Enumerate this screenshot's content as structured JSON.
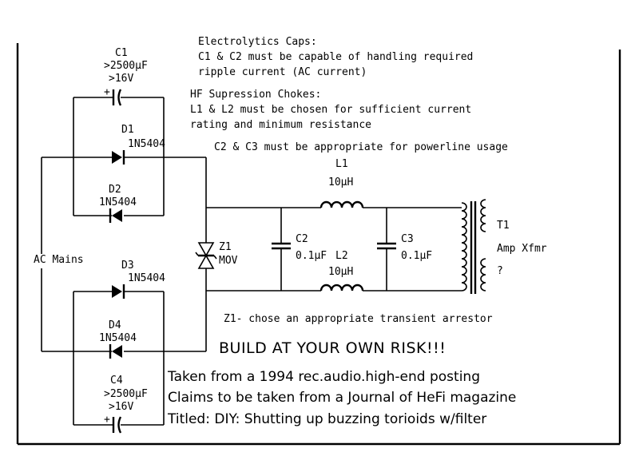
{
  "components": {
    "c1": {
      "name": "C1",
      "value": ">2500µF",
      "voltage": ">16V",
      "polarity": "+"
    },
    "c4": {
      "name": "C4",
      "value": ">2500µF",
      "voltage": ">16V",
      "polarity": "+"
    },
    "c2": {
      "name": "C2",
      "value": "0.1µF"
    },
    "c3": {
      "name": "C3",
      "value": "0.1µF"
    },
    "d1": {
      "name": "D1",
      "part": "1N5404"
    },
    "d2": {
      "name": "D2",
      "part": "1N5404"
    },
    "d3": {
      "name": "D3",
      "part": "1N5404"
    },
    "d4": {
      "name": "D4",
      "part": "1N5404"
    },
    "l1": {
      "name": "L1",
      "value": "10µH"
    },
    "l2": {
      "name": "L2",
      "value": "10µH"
    },
    "z1": {
      "name": "Z1",
      "type": "MOV"
    },
    "t1": {
      "name": "T1",
      "desc": "Amp Xfmr",
      "question": "?"
    },
    "ac": {
      "label": "AC Mains"
    }
  },
  "notes": {
    "caps_title": "Electrolytics Caps:",
    "caps_line1": "C1 & C2 must be capable of handling required",
    "caps_line2": "ripple current (AC current)",
    "chokes_title": "HF Supression Chokes:",
    "chokes_line1": "L1 & L2 must be chosen for sufficient current",
    "chokes_line2": "rating and minimum resistance",
    "c2c3": "C2 & C3 must be appropriate for powerline usage",
    "z1": "Z1- chose an appropriate transient arrestor",
    "warning": "BUILD AT YOUR OWN RISK!!!",
    "source1": "Taken from a 1994 rec.audio.high-end posting",
    "source2": "Claims to be taken from a Journal of HeFi magazine",
    "source3": "Titled: DIY: Shutting up buzzing torioids w/filter"
  }
}
